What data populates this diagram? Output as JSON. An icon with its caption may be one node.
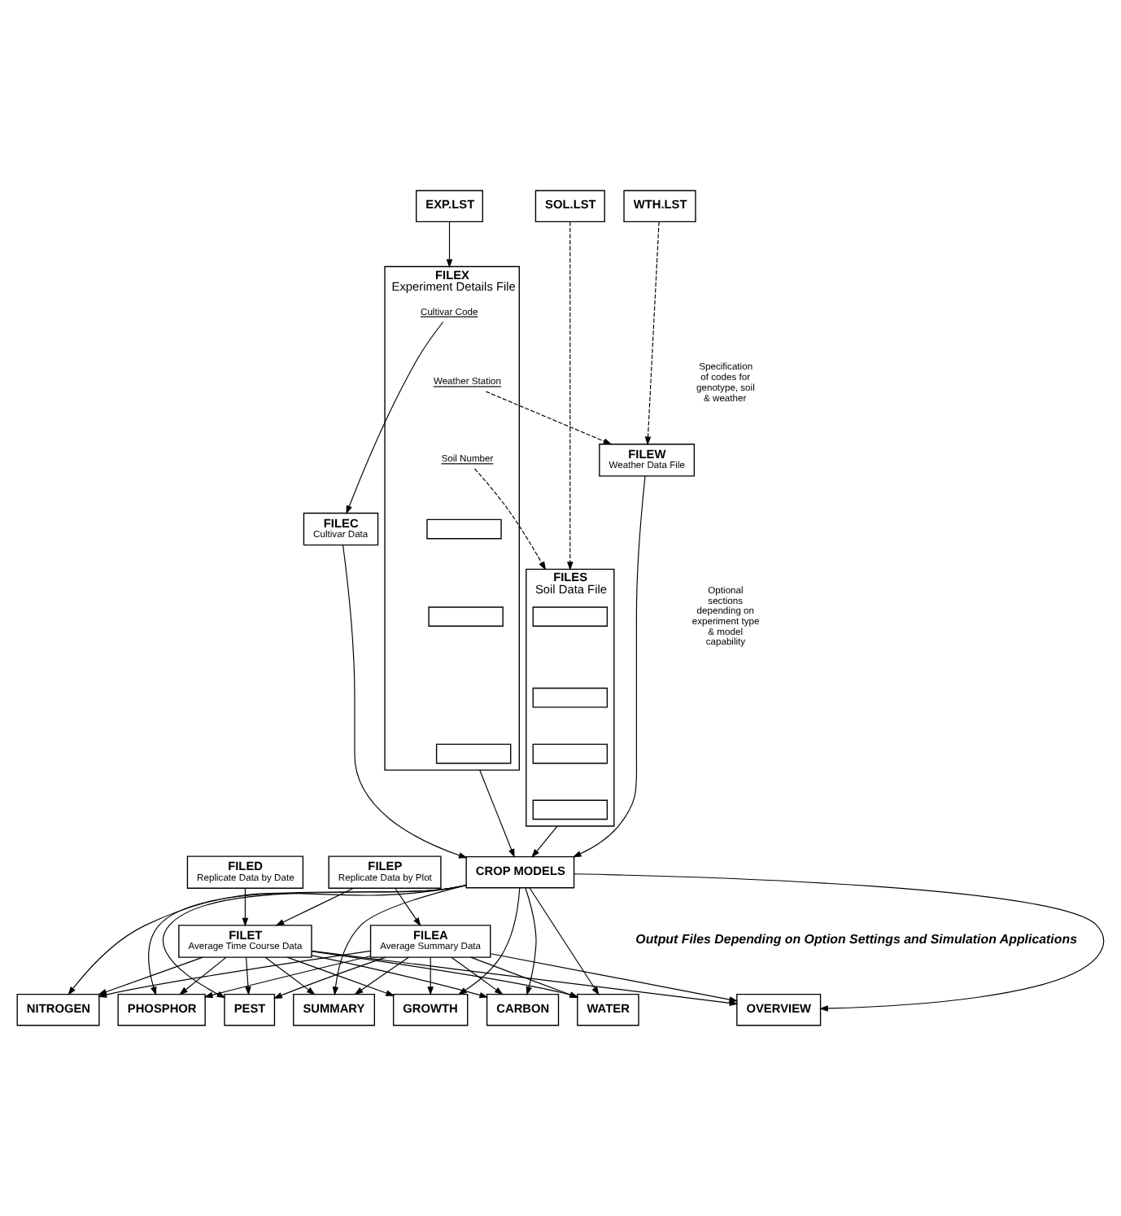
{
  "diagram": {
    "nodes": [
      {
        "text": [
          "EXP.LST"
        ]
      },
      {
        "text": [
          "WTH.LST"
        ]
      },
      {
        "text": [
          "SOL.LST"
        ]
      },
      {
        "text": [
          "FILEX",
          "Experiment Details File"
        ]
      },
      {
        "text": [
          "Cultivar Code"
        ],
        "in": 3
      },
      {
        "text": [
          "Weather Station"
        ],
        "in": 3
      },
      {
        "text": [
          "Soil Number"
        ],
        "in": 3
      },
      {
        "text": [],
        "shape": "box",
        "in": 3
      },
      {
        "text": [],
        "shape": "box",
        "in": 3
      },
      {
        "text": [],
        "shape": "box",
        "in": 3
      },
      {
        "text": [
          "FILEC",
          "Cultivar Data"
        ]
      },
      {
        "text": [
          "FILEW",
          "Weather Data File"
        ]
      },
      {
        "text": [
          "FILES",
          "Soil Data File"
        ]
      },
      {
        "text": [],
        "shape": "box",
        "in": 12
      },
      {
        "text": [],
        "shape": "box",
        "in": 12
      },
      {
        "text": [],
        "shape": "box",
        "in": 12
      },
      {
        "text": [],
        "shape": "box",
        "in": 12
      },
      {
        "text": [
          "CROP MODELS"
        ]
      },
      {
        "text": [
          "FILEP",
          "Replicate Data by Plot"
        ]
      },
      {
        "text": [
          "FILED",
          "Replicate Data by Date"
        ]
      },
      {
        "text": [
          "FILEA",
          "Average Summary Data"
        ]
      },
      {
        "text": [
          "FILET",
          "Average Time Course Data"
        ]
      },
      {
        "text": [
          "OVERVIEW"
        ]
      },
      {
        "text": [
          "SUMMARY"
        ]
      },
      {
        "text": [
          "GROWTH"
        ]
      },
      {
        "text": [
          "CARBON"
        ]
      },
      {
        "text": [
          "WATER"
        ]
      },
      {
        "text": [
          "NITROGEN"
        ]
      },
      {
        "text": [
          "PHOSPHOR"
        ]
      },
      {
        "text": [
          "PEST"
        ]
      }
    ],
    "edges": [
      {
        "from": 0,
        "to": 3,
        "arrow": "to"
      },
      {
        "from": 1,
        "to": 11,
        "arrow": "to",
        "style": "dashed"
      },
      {
        "from": 2,
        "to": 12,
        "arrow": "to",
        "style": "dashed"
      },
      {
        "from": 4,
        "to": 10,
        "arrow": "to"
      },
      {
        "from": 5,
        "to": 11,
        "arrow": "to",
        "style": "dashed"
      },
      {
        "from": 6,
        "to": 12,
        "arrow": "to",
        "style": "dashed"
      },
      {
        "from": 3,
        "to": 17,
        "arrow": "to"
      },
      {
        "from": 10,
        "to": 17,
        "arrow": "to"
      },
      {
        "from": 11,
        "to": 17,
        "arrow": "to"
      },
      {
        "from": 12,
        "to": 17,
        "arrow": "to"
      },
      {
        "from": 18,
        "to": 20,
        "arrow": "to"
      },
      {
        "from": 18,
        "to": 21,
        "arrow": "to"
      },
      {
        "from": 19,
        "to": 21,
        "arrow": "to"
      },
      {
        "from": 17,
        "to": 22,
        "arrow": "to"
      },
      {
        "from": 17,
        "to": 23,
        "arrow": "to"
      },
      {
        "from": 17,
        "to": 24,
        "arrow": "to"
      },
      {
        "from": 17,
        "to": 25,
        "arrow": "to"
      },
      {
        "from": 17,
        "to": 26,
        "arrow": "to"
      },
      {
        "from": 17,
        "to": 27,
        "arrow": "to"
      },
      {
        "from": 17,
        "to": 28,
        "arrow": "to"
      },
      {
        "from": 17,
        "to": 29,
        "arrow": "to"
      },
      {
        "from": 20,
        "to": 22,
        "arrow": "to"
      },
      {
        "from": 20,
        "to": 23,
        "arrow": "to"
      },
      {
        "from": 20,
        "to": 24,
        "arrow": "to"
      },
      {
        "from": 20,
        "to": 25,
        "arrow": "to"
      },
      {
        "from": 20,
        "to": 26,
        "arrow": "to"
      },
      {
        "from": 20,
        "to": 27,
        "arrow": "to"
      },
      {
        "from": 20,
        "to": 28,
        "arrow": "to"
      },
      {
        "from": 20,
        "to": 29,
        "arrow": "to"
      },
      {
        "from": 21,
        "to": 22,
        "arrow": "to"
      },
      {
        "from": 21,
        "to": 23,
        "arrow": "to"
      },
      {
        "from": 21,
        "to": 24,
        "arrow": "to"
      },
      {
        "from": 21,
        "to": 25,
        "arrow": "to"
      },
      {
        "from": 21,
        "to": 26,
        "arrow": "to"
      },
      {
        "from": 21,
        "to": 27,
        "arrow": "to"
      },
      {
        "from": 21,
        "to": 28,
        "arrow": "to"
      },
      {
        "from": 21,
        "to": 29,
        "arrow": "to"
      }
    ],
    "labels": [
      "Specification of codes for genotype, soil & weather",
      "Optional sections depending on experiment type & model capability",
      "Output Files Depending on Option Settings and Simulation Applications"
    ]
  }
}
